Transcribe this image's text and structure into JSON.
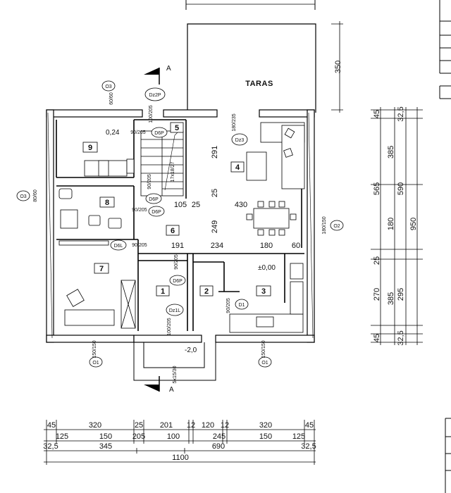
{
  "terrace": {
    "label": "TARAS",
    "depth": "350"
  },
  "rooms": [
    {
      "id": "1",
      "dim": "191"
    },
    {
      "id": "2",
      "dim": "234"
    },
    {
      "id": "3",
      "dim": "180",
      "level": "±0,00"
    },
    {
      "id": "4",
      "dim_w": "430",
      "dim_h": "291"
    },
    {
      "id": "5"
    },
    {
      "id": "6",
      "dim_h": "249"
    },
    {
      "id": "7"
    },
    {
      "id": "8"
    },
    {
      "id": "9",
      "level": "0,24"
    }
  ],
  "section_marker": "A",
  "doors": [
    "Dz2P",
    "D6P",
    "Dz3",
    "D6P",
    "D6P",
    "D6L",
    "D6P",
    "Dz1L",
    "D1"
  ],
  "windows": [
    {
      "tag": "O3",
      "size": "60/60"
    },
    {
      "tag": "O3",
      "size": "80/60"
    },
    {
      "tag": "O2",
      "size": "180/150"
    },
    {
      "tag": "O1",
      "size": "150/150"
    },
    {
      "tag": "O1",
      "size": "150/150"
    }
  ],
  "door_sizes": [
    "100/205",
    "90/205",
    "180/235",
    "90/205",
    "90/205",
    "90/205",
    "90/205",
    "100/205",
    "90/205"
  ],
  "stairs_note": "17x18/27",
  "interior_dims": {
    "a": "105",
    "b": "25",
    "c": "25",
    "d": "60"
  },
  "entrance_level": "-2,0",
  "entrance_step": "5x15/30",
  "dims_right_outer": [
    "32,5",
    "590",
    "950",
    "295",
    "32,5"
  ],
  "dims_right_mid": [
    "45",
    "385",
    "565",
    "180",
    "25",
    "270",
    "45"
  ],
  "dims_right_inner": [
    "385"
  ],
  "dims_bottom_row1": [
    "45",
    "320",
    "25",
    "201",
    "12",
    "120",
    "12",
    "320",
    "45"
  ],
  "dims_bottom_row2": [
    "125",
    "150",
    "205",
    "100",
    "245",
    "150",
    "125"
  ],
  "dims_bottom_row3": [
    "32,5",
    "345",
    "690",
    "32,5"
  ],
  "dims_bottom_total": "1100"
}
